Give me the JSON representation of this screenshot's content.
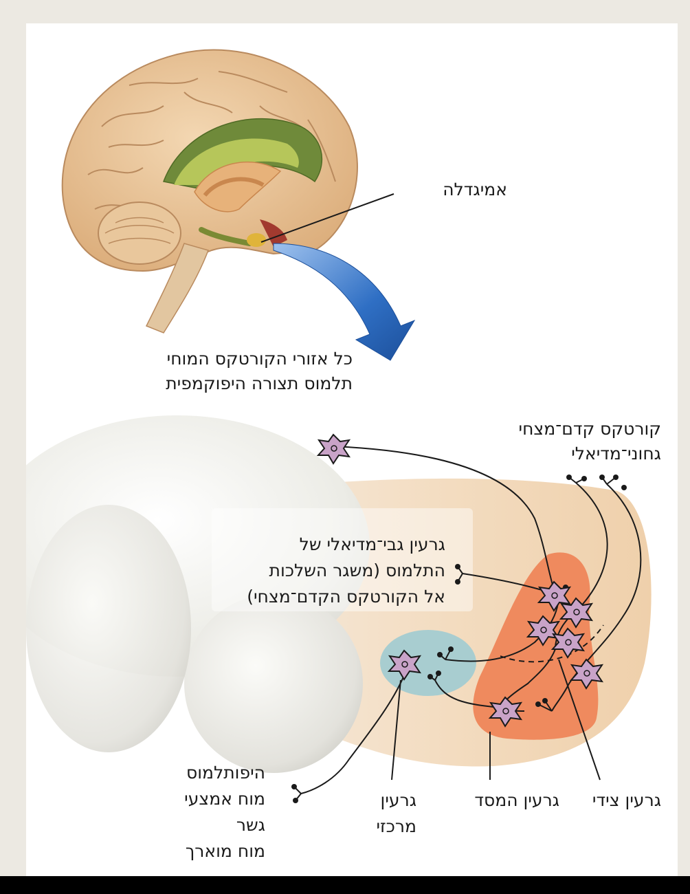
{
  "labels": {
    "amygdala": "אמיגדלה",
    "targets_line1": "כל אזורי הקורטקס המוחי",
    "targets_line2": "תלמוס תצורה היפוקמפית",
    "pfc_line1": "קורטקס קדם־מצחי",
    "pfc_line2": "גחוני־מדיאלי",
    "thal_line1": "גרעין גבי־מדיאלי של",
    "thal_line2": "התלמוס (משגר השלכות",
    "thal_line3": "אל הקורטקס הקדם־מצחי)",
    "hypo_line1": "היפותלמוס",
    "hypo_line2": "מוח אמצעי",
    "hypo_line3": "גשר",
    "hypo_line4": "מוח מוארך",
    "central_line1": "גרעין",
    "central_line2": "מרכזי",
    "basal": "גרעין המסד",
    "lateral": "גרעין צידי"
  },
  "colors": {
    "background": "#ece9e2",
    "nucleus_orange": "#ef8a5e",
    "central_nucleus_blue": "#a8cdd0",
    "neuron_fill": "#c9a3c8",
    "arrow_blue": "#2f6fc4",
    "brain_tan": "#e8bf8e"
  }
}
